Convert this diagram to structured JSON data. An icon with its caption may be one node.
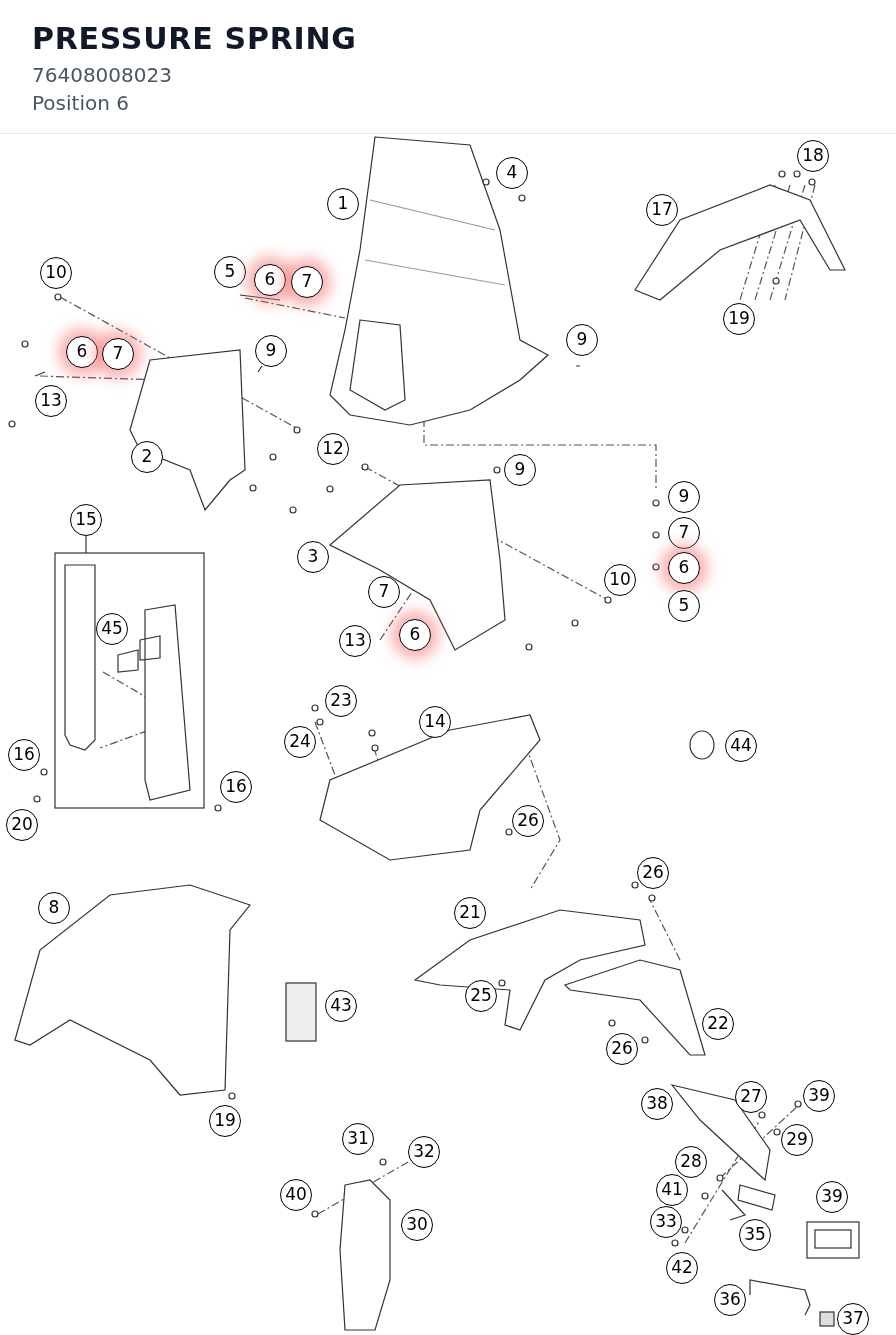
{
  "diagram": {
    "title": "PRESSURE SPRING",
    "labels": [
      "76408008023",
      "Position 6",
      "18",
      "4",
      "1",
      "17",
      "10",
      "5",
      "6",
      "7",
      "19",
      "9",
      "6",
      "7",
      "9",
      "13",
      "12",
      "2",
      "9",
      "9",
      "15",
      "7",
      "3",
      "6",
      "10",
      "7",
      "5",
      "45",
      "6",
      "13",
      "23",
      "14",
      "24",
      "44",
      "16",
      "16",
      "26",
      "20",
      "26",
      "8",
      "21",
      "25",
      "43",
      "22",
      "26",
      "38",
      "27",
      "39",
      "19",
      "29",
      "31",
      "32",
      "28",
      "41",
      "39",
      "40",
      "30",
      "33",
      "35",
      "42",
      "36",
      "37"
    ]
  }
}
